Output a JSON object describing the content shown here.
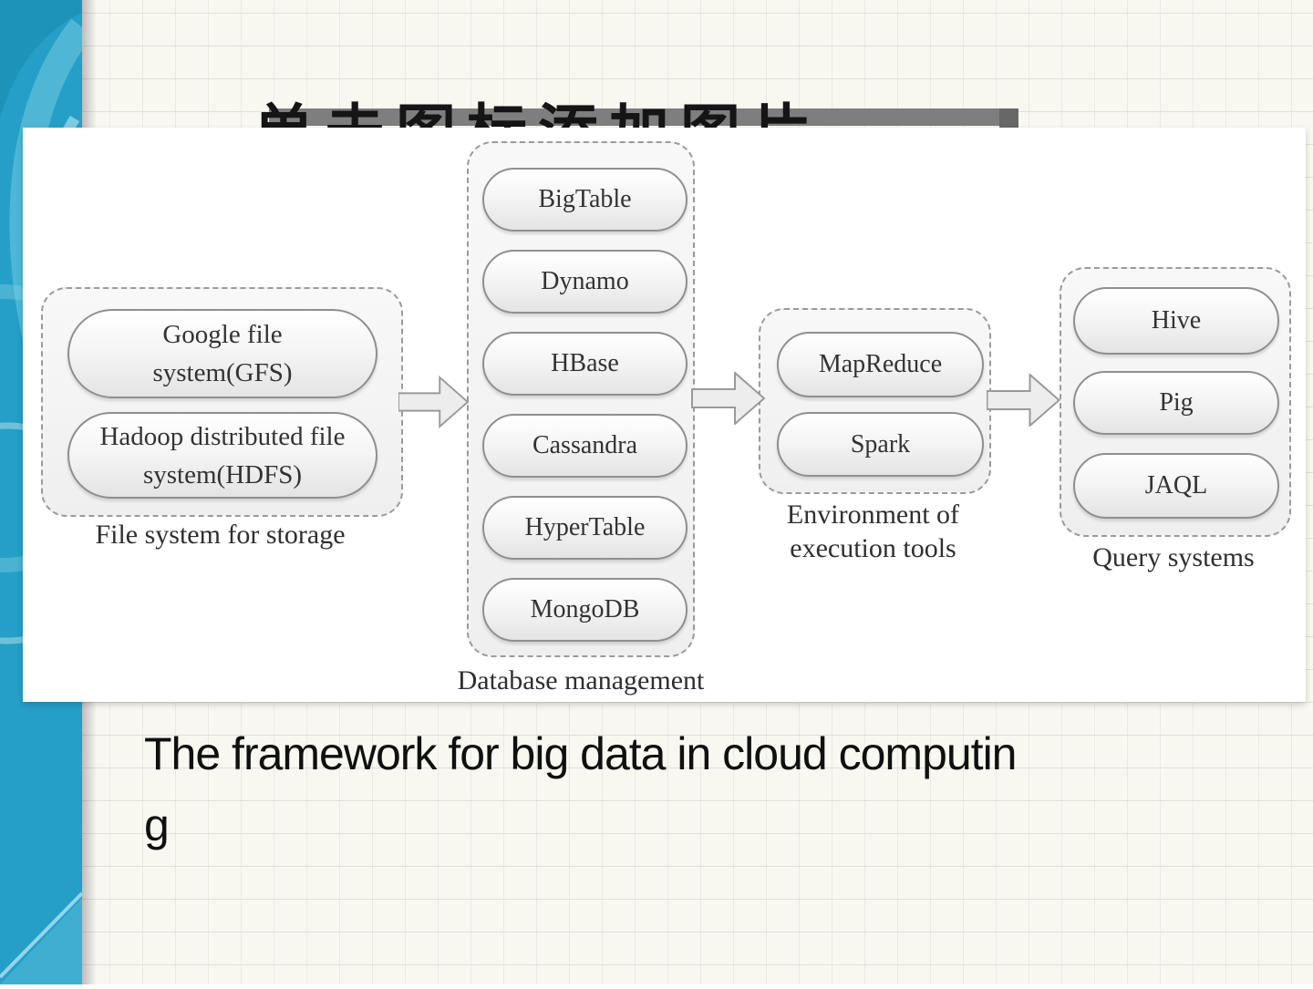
{
  "slide": {
    "title": "单击图标添加图片",
    "caption_line1": "The framework for big data in cloud computin",
    "caption_line2": "g"
  },
  "diagram": {
    "groups": {
      "storage": {
        "label": "File system for storage",
        "items": [
          {
            "line1": "Google file",
            "line2": "system(GFS)"
          },
          {
            "line1": "Hadoop distributed file",
            "line2": "system(HDFS)"
          }
        ]
      },
      "database": {
        "label": "Database management",
        "items": [
          {
            "text": "BigTable"
          },
          {
            "text": "Dynamo"
          },
          {
            "text": "HBase"
          },
          {
            "text": "Cassandra"
          },
          {
            "text": "HyperTable"
          },
          {
            "text": "MongoDB"
          }
        ]
      },
      "execution": {
        "label_line1": "Environment of",
        "label_line2": "execution tools",
        "items": [
          {
            "text": "MapReduce"
          },
          {
            "text": "Spark"
          }
        ]
      },
      "query": {
        "label": "Query systems",
        "items": [
          {
            "text": "Hive"
          },
          {
            "text": "Pig"
          },
          {
            "text": "JAQL"
          }
        ]
      }
    },
    "flow": "storage → database → execution → query"
  },
  "colors": {
    "sidebar_blue": "#259fc7",
    "title_bar_gray": "#7e7e7e",
    "paper": "#f8f8f1",
    "node_border": "#8f8f8f",
    "dashed_border": "#9a9a9a"
  }
}
